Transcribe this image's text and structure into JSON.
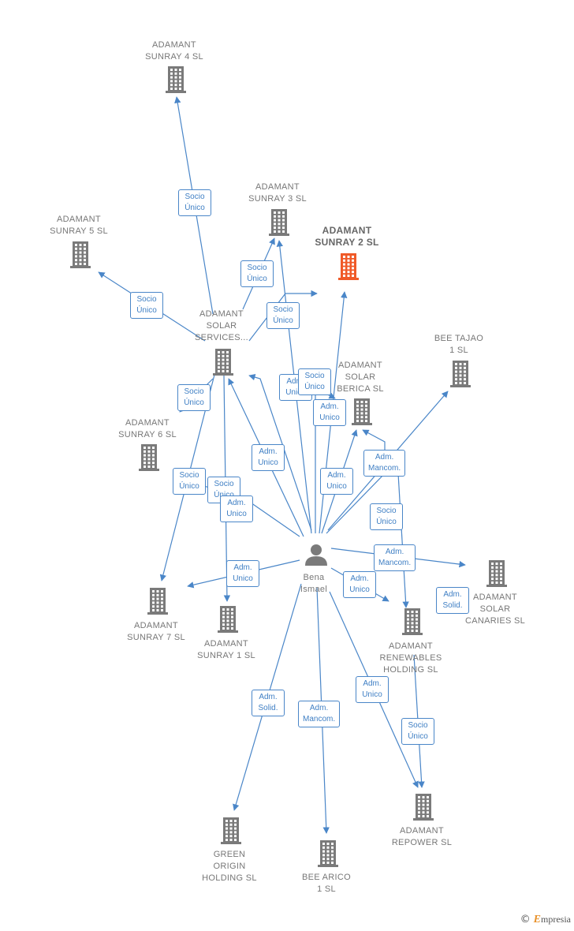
{
  "colors": {
    "edge": "#4a86c8",
    "company": "#7a7a7a",
    "focus_company": "#f05a28",
    "person": "#7a7a7a"
  },
  "person": {
    "label": "Bena\nIsmael",
    "icon": "person-icon"
  },
  "companies": [
    {
      "id": "sunray4",
      "label": "ADAMANT\nSUNRAY 4  SL",
      "icon": "building-icon"
    },
    {
      "id": "sunray3",
      "label": "ADAMANT\nSUNRAY 3  SL",
      "icon": "building-icon"
    },
    {
      "id": "sunray5",
      "label": "ADAMANT\nSUNRAY 5  SL",
      "icon": "building-icon"
    },
    {
      "id": "sunray2",
      "label": "ADAMANT\nSUNRAY 2  SL",
      "icon": "building-icon",
      "focus": true
    },
    {
      "id": "services",
      "label": "ADAMANT\nSOLAR\nSERVICES...",
      "icon": "building-icon"
    },
    {
      "id": "beetajao",
      "label": "BEE TAJAO\n1  SL",
      "icon": "building-icon"
    },
    {
      "id": "berica",
      "label": "ADAMANT\nSOLAR\nBERICA  SL",
      "icon": "building-icon"
    },
    {
      "id": "sunray6",
      "label": "ADAMANT\nSUNRAY 6  SL",
      "icon": "building-icon"
    },
    {
      "id": "sunray7",
      "label": "ADAMANT\nSUNRAY 7  SL",
      "icon": "building-icon"
    },
    {
      "id": "sunray1",
      "label": "ADAMANT\nSUNRAY 1  SL",
      "icon": "building-icon"
    },
    {
      "id": "canaries",
      "label": "ADAMANT\nSOLAR\nCANARIES  SL",
      "icon": "building-icon"
    },
    {
      "id": "renewables",
      "label": "ADAMANT\nRENEWABLES\nHOLDING  SL",
      "icon": "building-icon"
    },
    {
      "id": "green",
      "label": "GREEN\nORIGIN\nHOLDING  SL",
      "icon": "building-icon"
    },
    {
      "id": "beearico",
      "label": "BEE ARICO\n1  SL",
      "icon": "building-icon"
    },
    {
      "id": "repower",
      "label": "ADAMANT\nREPOWER  SL",
      "icon": "building-icon"
    }
  ],
  "relations": [
    {
      "id": "r1",
      "label": "Socio\nÚnico"
    },
    {
      "id": "r2",
      "label": "Socio\nÚnico"
    },
    {
      "id": "r3",
      "label": "Socio\nÚnico"
    },
    {
      "id": "r4",
      "label": "Socio\nÚnico"
    },
    {
      "id": "r5",
      "label": "Socio\nÚnico"
    },
    {
      "id": "r6",
      "label": "Adm.\nUnico"
    },
    {
      "id": "r7",
      "label": "Adm.\nUnico"
    },
    {
      "id": "r8",
      "label": "Adm.\nUnico"
    },
    {
      "id": "r9",
      "label": "Adm.\nMancom."
    },
    {
      "id": "r10",
      "label": "Adm.\nUnico"
    },
    {
      "id": "r11",
      "label": "Socio\nÚnico"
    },
    {
      "id": "r12",
      "label": "Socio\nÚnico"
    },
    {
      "id": "r13",
      "label": "Adm.\nUnico"
    },
    {
      "id": "r14",
      "label": "Adm.\nUnico"
    },
    {
      "id": "r15",
      "label": "Socio\nÚnico"
    },
    {
      "id": "r16",
      "label": "Adm.\nMancom."
    },
    {
      "id": "r17",
      "label": "Adm.\nUnico"
    },
    {
      "id": "r18",
      "label": "Adm.\nSolid."
    },
    {
      "id": "r19",
      "label": "Socio\nÚnico"
    },
    {
      "id": "r20",
      "label": "Adm.\nSolid."
    },
    {
      "id": "r21",
      "label": "Adm.\nMancom."
    },
    {
      "id": "r22",
      "label": "Adm.\nUnico"
    },
    {
      "id": "r23",
      "label": "Socio\nÚnico"
    }
  ],
  "watermark": {
    "symbol": "©",
    "brand_initial": "E",
    "brand_rest": "mpresia"
  }
}
